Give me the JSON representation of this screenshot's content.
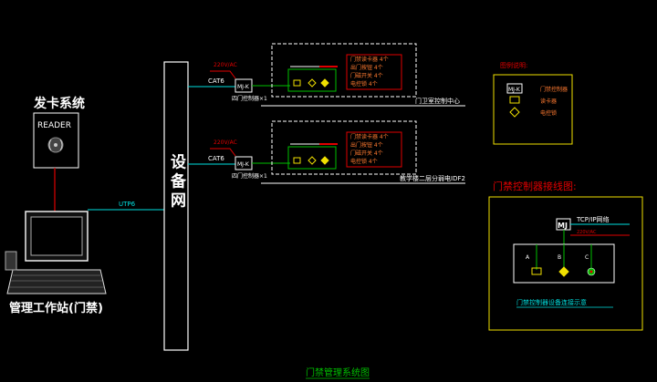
{
  "card_system": {
    "title": "发卡系统",
    "reader_label": "READER"
  },
  "workstation": {
    "label": "管理工作站(门禁)"
  },
  "network": {
    "label": "设备网",
    "link_label": "UTP6"
  },
  "door1": {
    "power_label": "220V/AC",
    "cable_label": "CAT6",
    "controller_label": "MJ-K",
    "controller_sub": "四门控制器×1",
    "legend_lines": [
      "门禁读卡器 4个",
      "出门按钮 4个",
      "门磁开关 4个",
      "电控锁 4个"
    ],
    "location": "门卫室控制中心"
  },
  "door2": {
    "power_label": "220V/AC",
    "cable_label": "CAT6",
    "controller_label": "MJ-K",
    "controller_sub": "四门控制器×1",
    "legend_lines": [
      "门禁读卡器 4个",
      "出门按钮 4个",
      "门磁开关 4个",
      "电控锁 4个"
    ],
    "location": "教学楼二层分弱电IDF2"
  },
  "legend": {
    "title": "图例说明:",
    "items": [
      {
        "symbol": "MJ-K",
        "text": "门禁控制器"
      },
      {
        "symbol": "",
        "text": "读卡器"
      },
      {
        "symbol": "",
        "text": "电控锁"
      }
    ]
  },
  "wiring": {
    "title": "门禁控制器接线图:",
    "controller": "MJ",
    "tcp_label": "TCP/IP网络",
    "power_label": "220V/AC",
    "terminals": [
      "A",
      "B",
      "C"
    ],
    "caption": "门禁控制器设备连接示意"
  },
  "footer": {
    "title": "门禁管理系统图"
  },
  "colors": {
    "green": "#00c000",
    "red": "#e00000",
    "cyan": "#00e0e0",
    "yellow": "#f0e000",
    "white": "#ffffff",
    "orange": "#ff7a30"
  }
}
